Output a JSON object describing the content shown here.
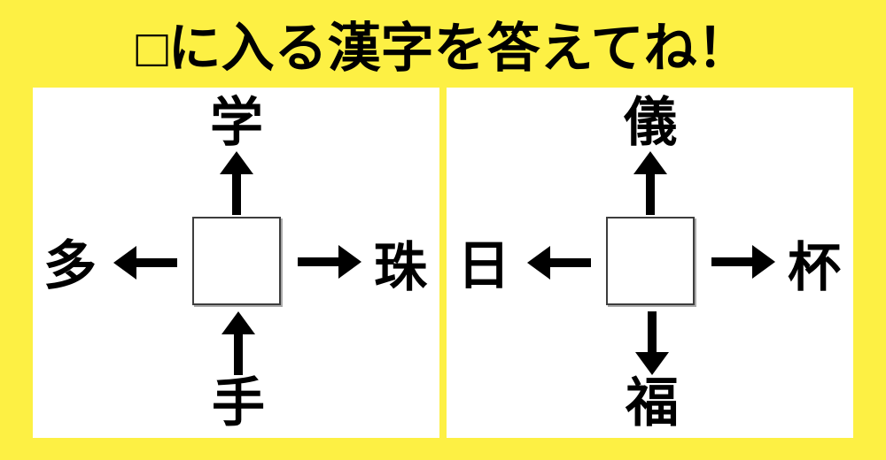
{
  "title": "□に入る漢字を答えてね！",
  "colors": {
    "background": "#FDF044",
    "panel": "#FFFFFF",
    "ink": "#000000"
  },
  "panels": [
    {
      "top": {
        "kanji": "学",
        "arrow": "up"
      },
      "left": {
        "kanji": "多",
        "arrow": "left"
      },
      "right": {
        "kanji": "珠",
        "arrow": "right"
      },
      "bottom": {
        "kanji": "手",
        "arrow": "up"
      },
      "center_box_value": ""
    },
    {
      "top": {
        "kanji": "儀",
        "arrow": "up"
      },
      "left": {
        "kanji": "日",
        "arrow": "left"
      },
      "right": {
        "kanji": "杯",
        "arrow": "right"
      },
      "bottom": {
        "kanji": "福",
        "arrow": "down"
      },
      "center_box_value": ""
    }
  ]
}
